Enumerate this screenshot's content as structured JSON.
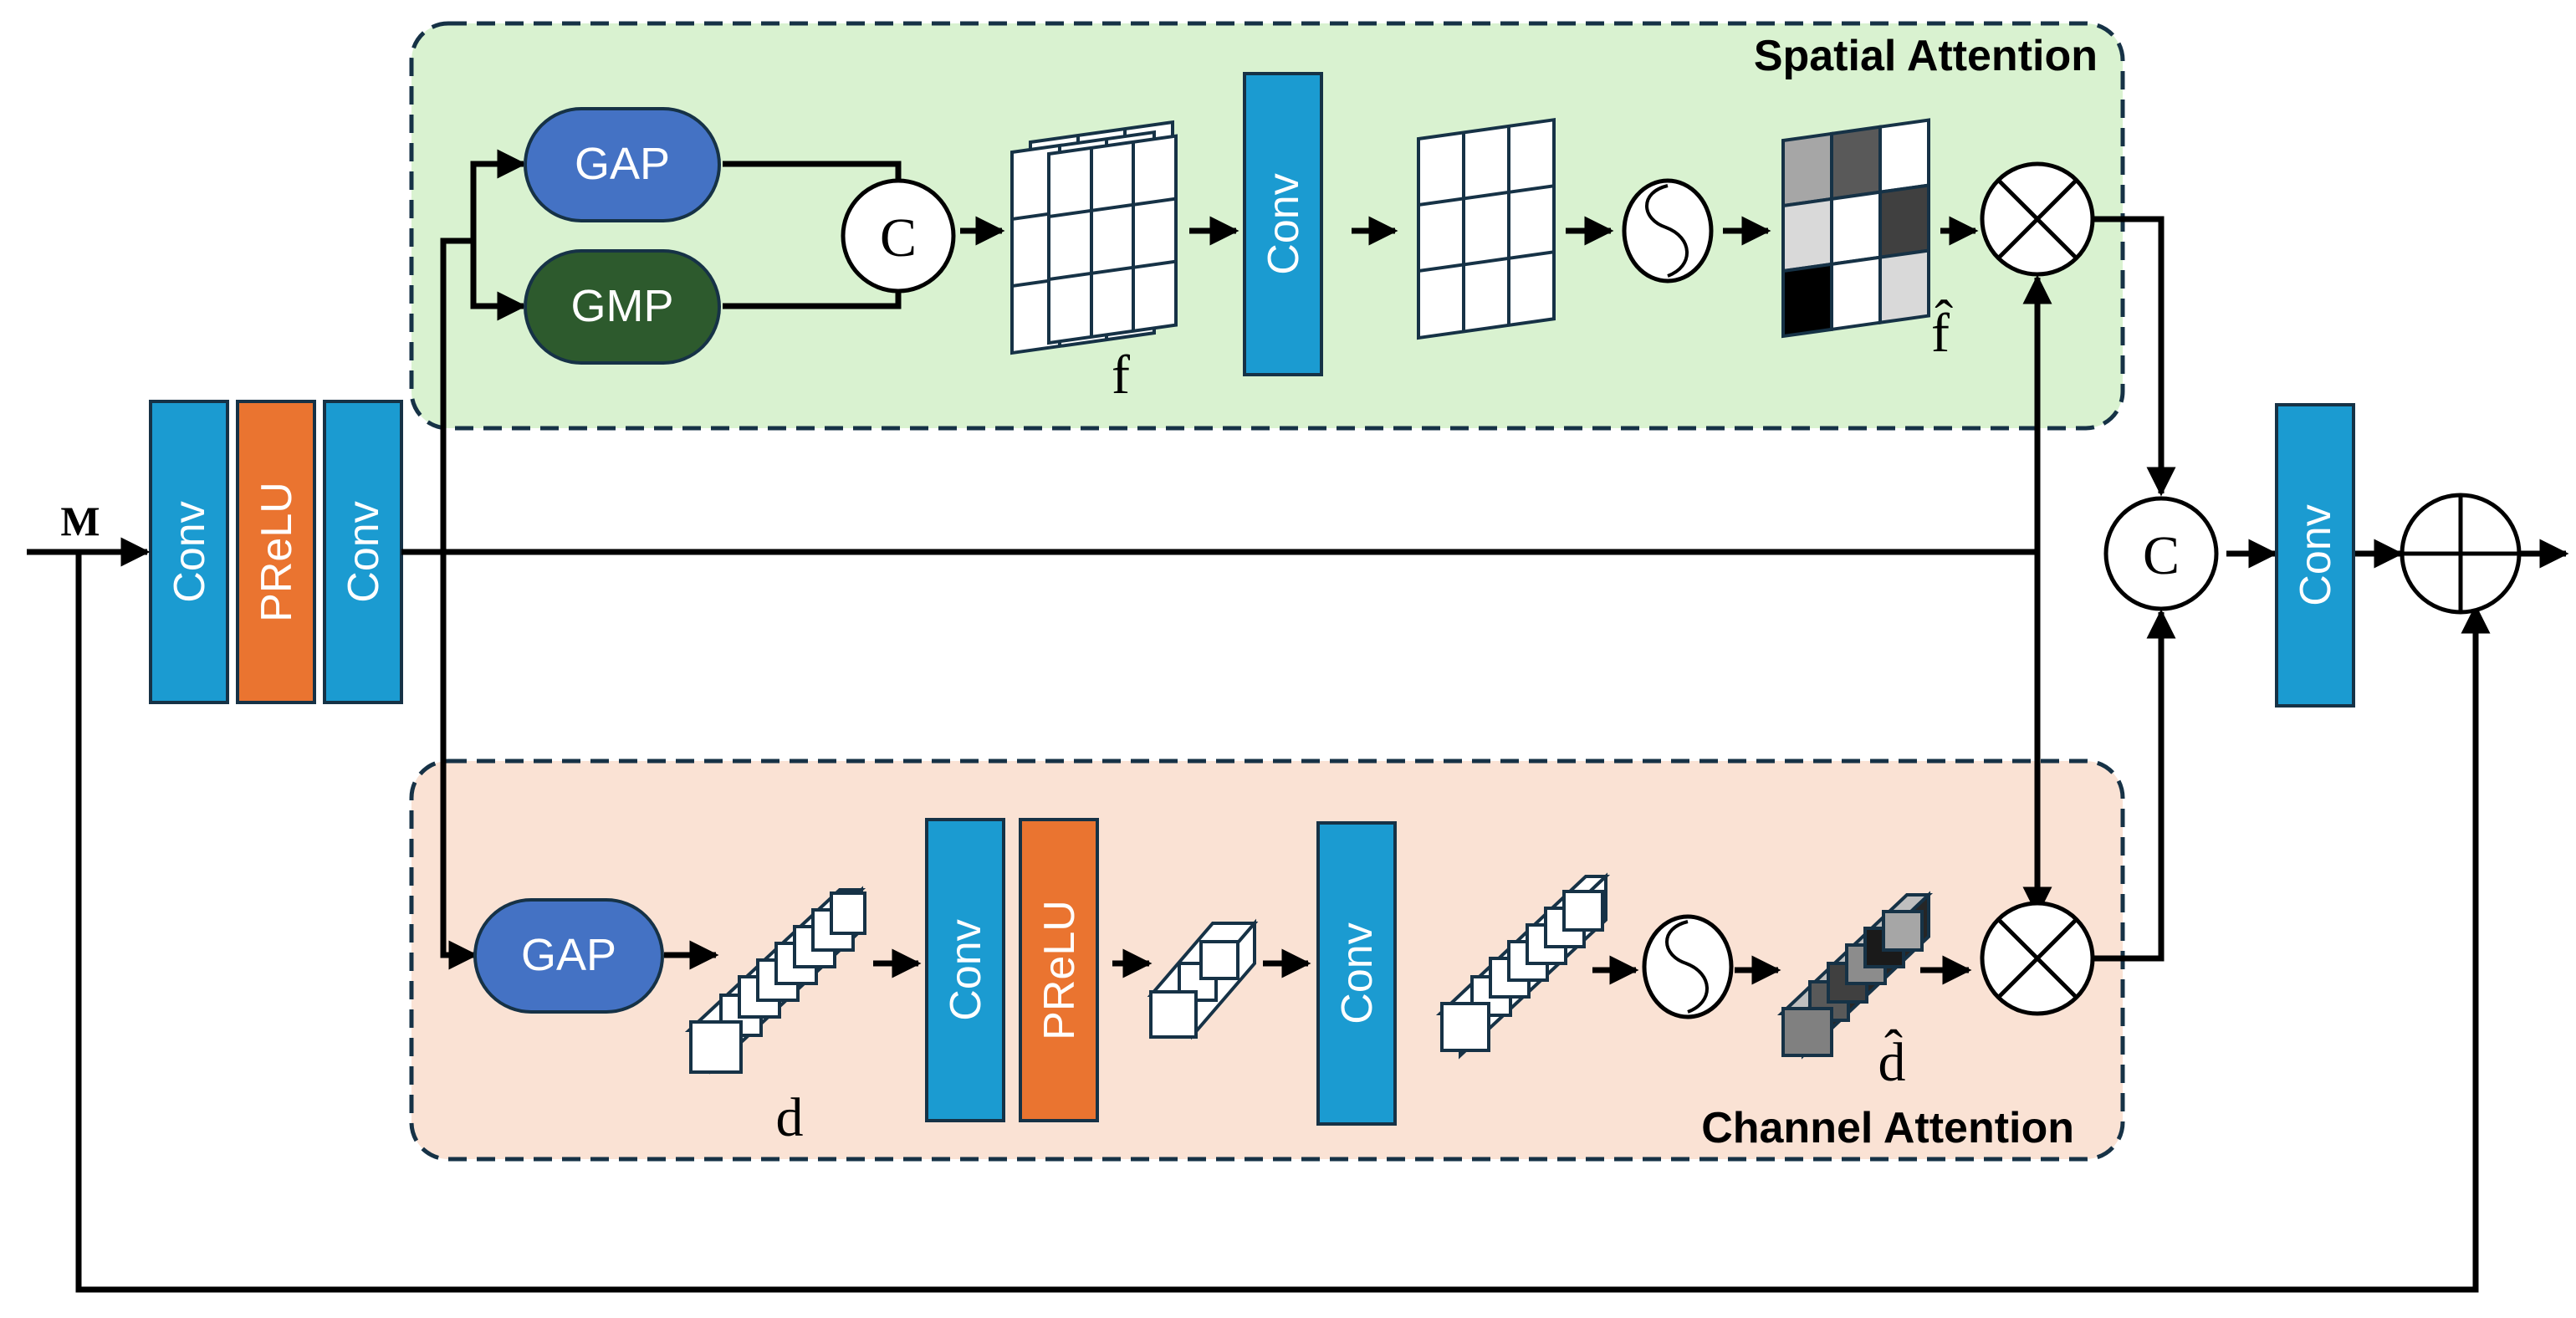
{
  "diagram": {
    "input_label": "M",
    "spatial_attention": {
      "title": "Spatial Attention",
      "gap_label": "GAP",
      "gmp_label": "GMP",
      "concat_label": "C",
      "conv_label": "Conv",
      "feature_label": "f",
      "attention_label": "f̂"
    },
    "channel_attention": {
      "title": "Channel Attention",
      "gap_label": "GAP",
      "conv1_label": "Conv",
      "prelu_label": "PReLU",
      "conv2_label": "Conv",
      "feature_label": "d",
      "attention_label": "d̂"
    },
    "head": {
      "conv1_label": "Conv",
      "prelu_label": "PReLU",
      "conv2_label": "Conv"
    },
    "fusion": {
      "concat_label": "C",
      "conv_label": "Conv"
    },
    "colors": {
      "conv": "#1b9bd1",
      "prelu": "#ea7430",
      "gap": "#4472c4",
      "gmp": "#2d5a2d",
      "spatial_bg": "#d9f2d0",
      "channel_bg": "#fae2d4",
      "dash": "#163246"
    }
  }
}
